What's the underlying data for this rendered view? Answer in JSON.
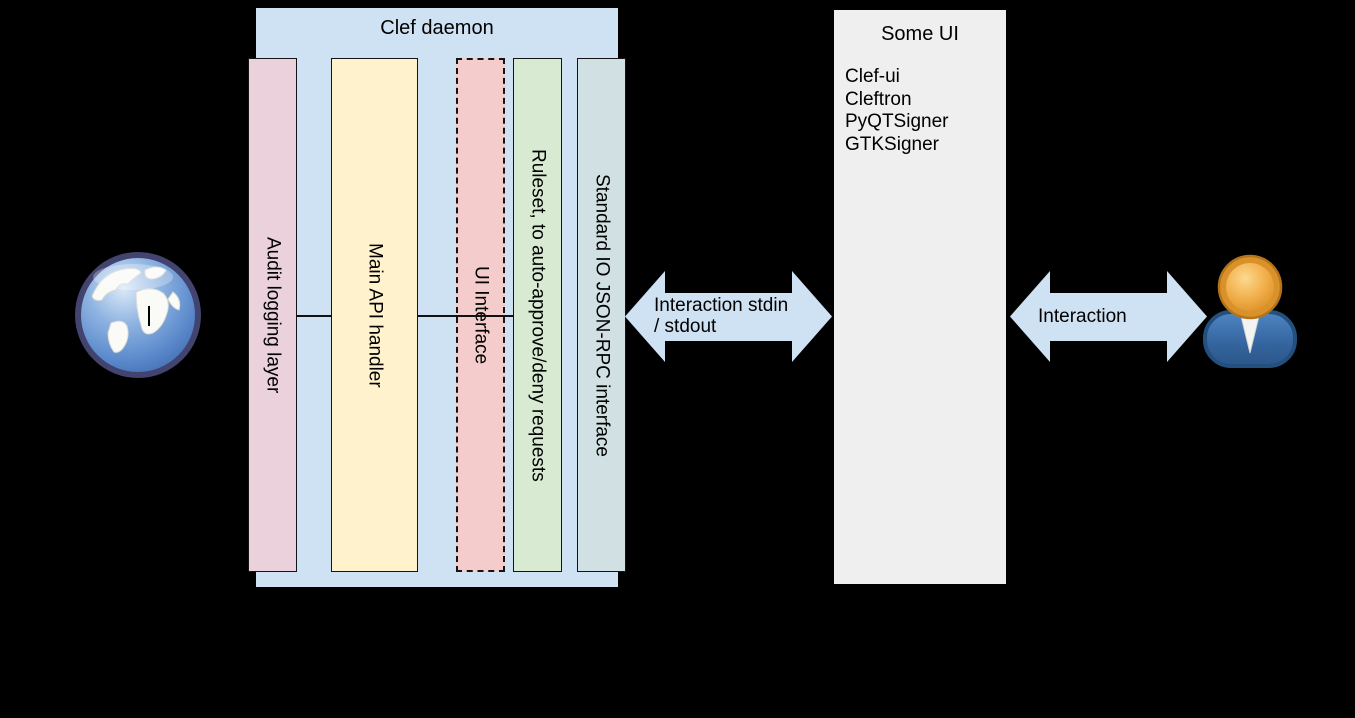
{
  "canvas": {
    "background": "#000000"
  },
  "clef_daemon": {
    "title": "Clef daemon",
    "fill": "#cfe2f3",
    "layers": [
      {
        "label": "Audit logging layer",
        "fill": "#ead1dc",
        "border_style": "solid"
      },
      {
        "label": "Main API handler",
        "fill": "#fff2cc",
        "border_style": "solid"
      },
      {
        "label": "UI Interface",
        "fill": "#f4cccc",
        "border_style": "dashed"
      },
      {
        "label": "Ruleset, to auto-approve/deny requests",
        "fill": "#d9ead3",
        "border_style": "solid"
      },
      {
        "label": "Standard IO JSON-RPC interface",
        "fill": "#d0e0e3",
        "border_style": "solid"
      }
    ]
  },
  "some_ui": {
    "title": "Some UI",
    "fill": "#efefef",
    "items": [
      "Clef-ui",
      "Cleftron",
      "PyQTSigner",
      "GTKSigner"
    ]
  },
  "connectors": {
    "daemon_to_ui": {
      "label": "Interaction stdin\n/ stdout",
      "fill": "#cfe2f3"
    },
    "ui_to_user": {
      "label": "Interaction",
      "fill": "#cfe2f3"
    }
  },
  "icons": {
    "left": "globe",
    "right": "user"
  }
}
